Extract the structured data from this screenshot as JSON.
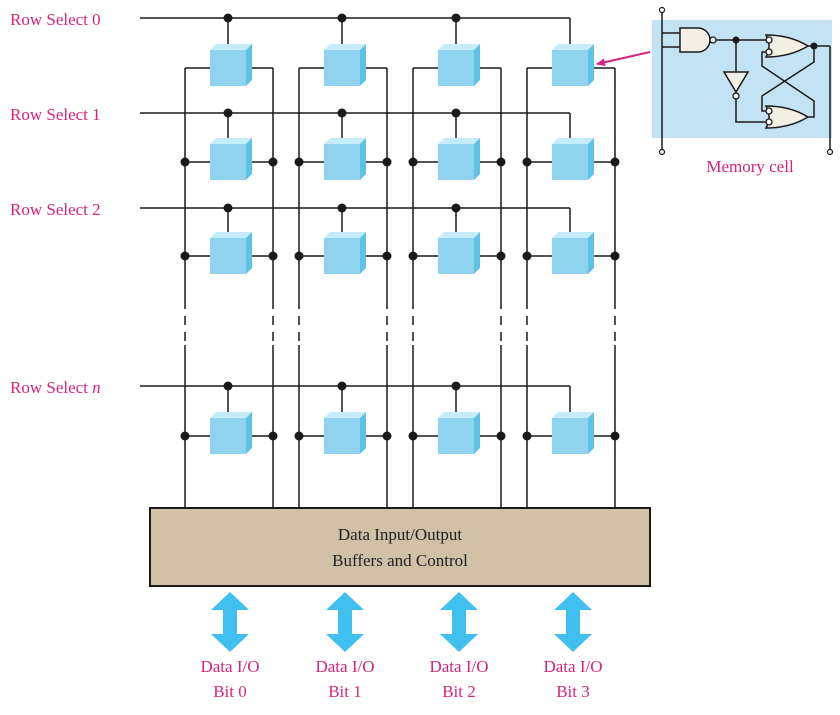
{
  "row_select_labels": [
    {
      "prefix": "Row Select ",
      "index": "0"
    },
    {
      "prefix": "Row Select ",
      "index": "1"
    },
    {
      "prefix": "Row Select ",
      "index": "2"
    },
    {
      "prefix": "Row Select ",
      "index": "n"
    }
  ],
  "memory_cell_label": "Memory cell",
  "buffer": {
    "line1": "Data Input/Output",
    "line2": "Buffers and Control"
  },
  "data_io": [
    {
      "line1": "Data I/O",
      "line2": "Bit 0"
    },
    {
      "line1": "Data I/O",
      "line2": "Bit 1"
    },
    {
      "line1": "Data I/O",
      "line2": "Bit 2"
    },
    {
      "line1": "Data I/O",
      "line2": "Bit 3"
    }
  ],
  "colors": {
    "label": "#d6247e",
    "cell_front": "#8fd3ef",
    "cell_top": "#c4ecfa",
    "cell_side": "#5ec1e6",
    "arrow": "#3fc0ee",
    "buffer_fill": "#cfc0a6",
    "inset_bg": "#c3e2f3",
    "gate_fill": "#f4efe4",
    "pointer": "#d6247e"
  }
}
